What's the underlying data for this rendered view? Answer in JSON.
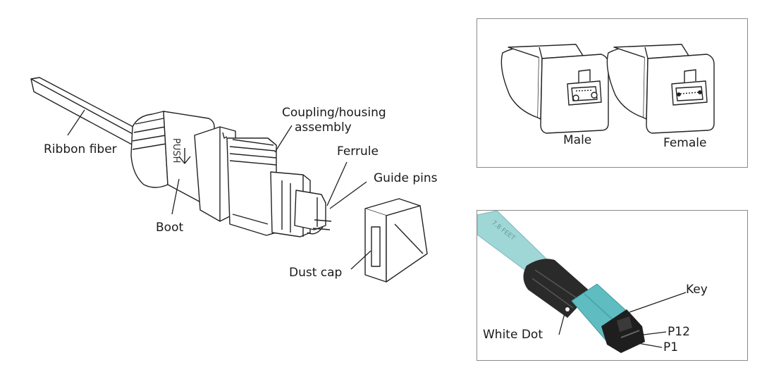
{
  "main_diagram": {
    "labels": {
      "ribbon_fiber": "Ribbon fiber",
      "boot": "Boot",
      "coupling_line1": "Coupling/housing",
      "coupling_line2": "assembly",
      "ferrule": "Ferrule",
      "guide_pins": "Guide pins",
      "dust_cap": "Dust cap",
      "boot_marking": "PUSH"
    }
  },
  "gender_panel": {
    "male_label": "Male",
    "female_label": "Female"
  },
  "photo_panel": {
    "key_label": "Key",
    "white_dot_label": "White Dot",
    "p12_label": "P12",
    "p1_label": "P1",
    "cable_print": "7.8 FEET"
  },
  "colors": {
    "line": "#222222",
    "frame_border": "#8a8a8a",
    "cable_aqua": "#9fd6d6",
    "housing_aqua": "#5fbcc0",
    "boot_black": "#2a2a2a"
  }
}
